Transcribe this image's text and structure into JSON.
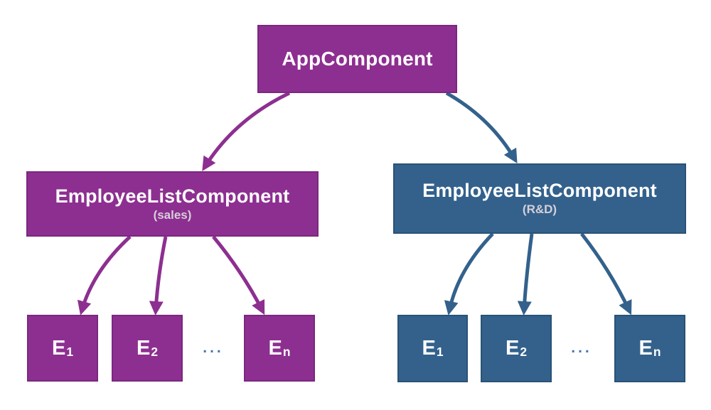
{
  "diagram": {
    "colors": {
      "canvas": "#ffffff",
      "purple": "#8d2f90",
      "purple-border": "#7a2880",
      "blue": "#33618c",
      "blue-border": "#2a5276",
      "label": "#ffffff",
      "sublabel": "#d6d0d8",
      "dots": "#4678ad"
    },
    "root": {
      "label": "AppComponent"
    },
    "branches": [
      {
        "label": "EmployeeListComponent",
        "sublabel": "(sales)",
        "children": [
          {
            "base": "E",
            "sub": "1"
          },
          {
            "base": "E",
            "sub": "2"
          },
          {
            "base": "E",
            "sub": "n"
          }
        ],
        "ellipsis": "..."
      },
      {
        "label": "EmployeeListComponent",
        "sublabel": "(R&D)",
        "children": [
          {
            "base": "E",
            "sub": "1"
          },
          {
            "base": "E",
            "sub": "2"
          },
          {
            "base": "E",
            "sub": "n"
          }
        ],
        "ellipsis": "..."
      }
    ]
  }
}
